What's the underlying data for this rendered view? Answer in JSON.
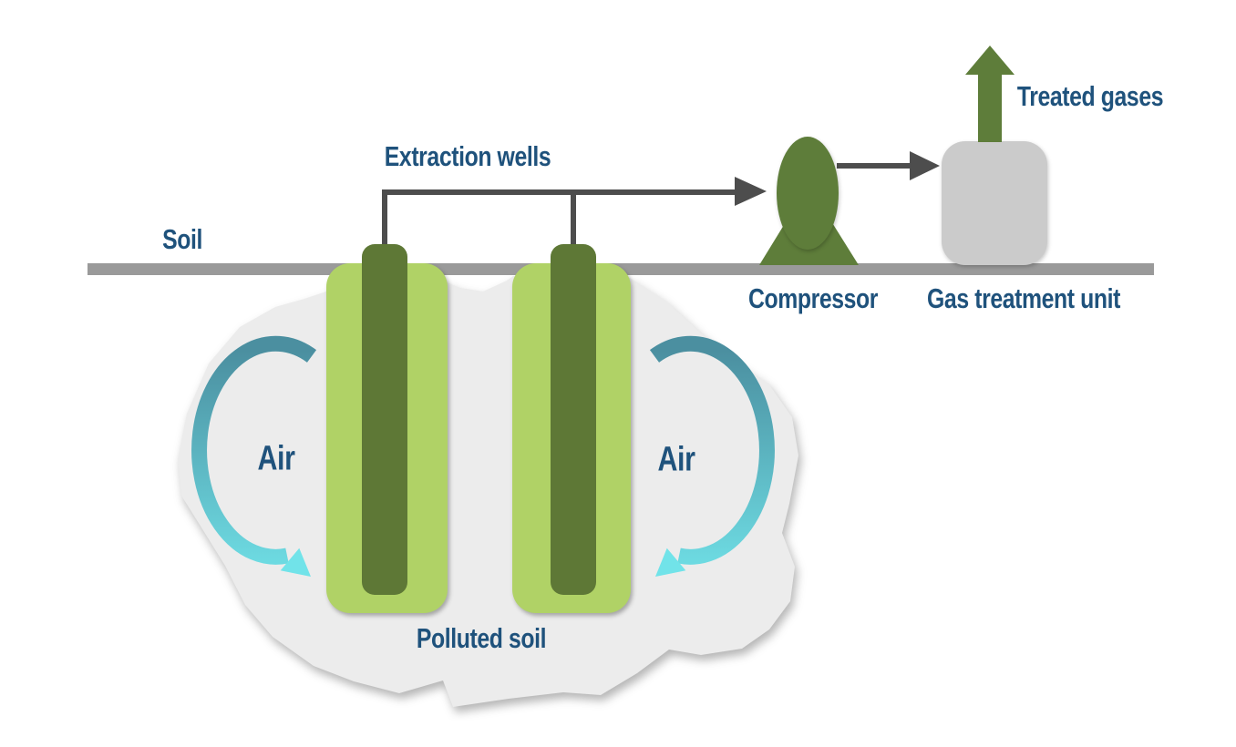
{
  "labels": {
    "soil": "Soil",
    "extraction_wells": "Extraction wells",
    "treated_gases": "Treated gases",
    "compressor": "Compressor",
    "gas_treatment_unit": "Gas treatment unit",
    "polluted_soil": "Polluted soil",
    "air_left": "Air",
    "air_right": "Air"
  },
  "colors": {
    "label_text": "#1F527C",
    "soil_line": "#9A9A9A",
    "pipe": "#4D4D4D",
    "well_casing": "#B0D266",
    "well_tube": "#5E7836",
    "compressor_green": "#5E7D3A",
    "treated_gas_arrow": "#5E7D3A",
    "gas_treatment_unit": "#CBCBCB",
    "polluted_soil_blob": "#ECECEC",
    "air_arrow_dark": "#4B8FA0",
    "air_arrow_light": "#71E3E9"
  }
}
